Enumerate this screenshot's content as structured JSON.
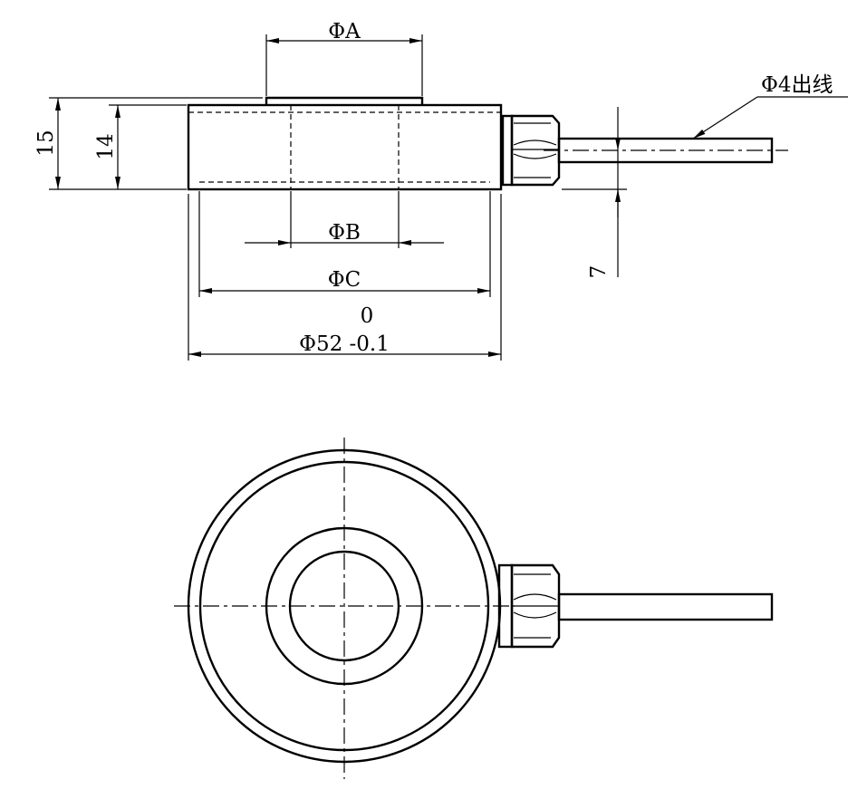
{
  "side_view": {
    "dia_a": "ΦA",
    "dia_b": "ΦB",
    "dia_c": "ΦC",
    "tol_upper": "0",
    "dia_outer": "Φ52 -0.1",
    "height_15": "15",
    "height_14": "14",
    "cable_offset": "7",
    "cable_note": "Φ4出线"
  },
  "top_view": {}
}
